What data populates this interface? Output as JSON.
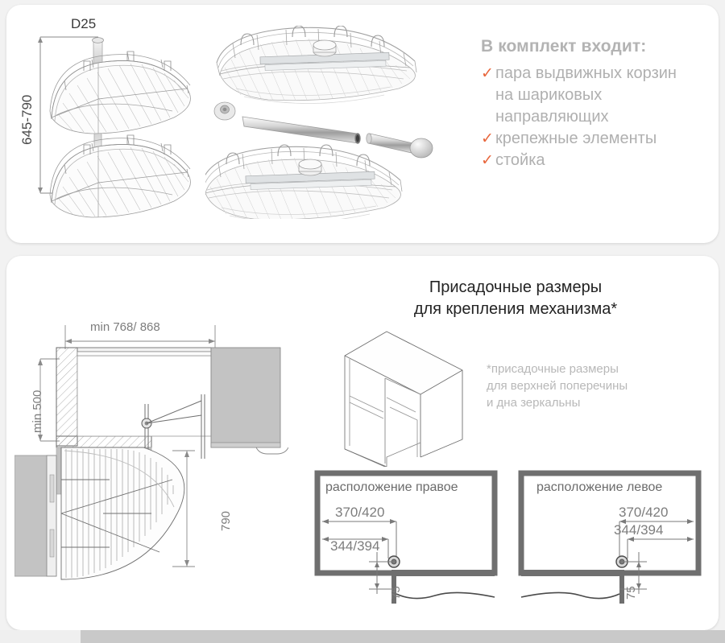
{
  "kit": {
    "title": "В комплект входит:",
    "items": [
      {
        "check": true,
        "text": "пара выдвижных корзин"
      },
      {
        "check": false,
        "text": "на шариковых"
      },
      {
        "check": false,
        "text": "направляющих"
      },
      {
        "check": true,
        "text": "крепежные элементы"
      },
      {
        "check": true,
        "text": "стойка"
      }
    ],
    "check_glyph": "✓"
  },
  "top_diagram": {
    "diameter_label": "D25",
    "height_label": "645-790"
  },
  "section": {
    "title_line1": "Присадочные размеры",
    "title_line2": "для крепления механизма*",
    "footnote_line1": "*присадочные размеры",
    "footnote_line2": "для верхней поперечины",
    "footnote_line3": "и дна зеркальны"
  },
  "cross_section": {
    "width_label": "min 768/ 868",
    "height_label": "min 500",
    "depth_label": "790"
  },
  "placement": {
    "right": {
      "title": "расположение правое",
      "dim_outer": "370/420",
      "dim_inner": "344/394",
      "dim_drop": "75"
    },
    "left": {
      "title": "расположение левое",
      "dim_outer": "370/420",
      "dim_inner": "344/394",
      "dim_drop": "75"
    }
  },
  "colors": {
    "accent": "#e8663c",
    "muted_text": "#b0b0b0",
    "dark_text": "#232323",
    "dim_text": "#7d7d7d",
    "panel_gray": "#c0c0c0",
    "background": "#f2f2f2"
  }
}
